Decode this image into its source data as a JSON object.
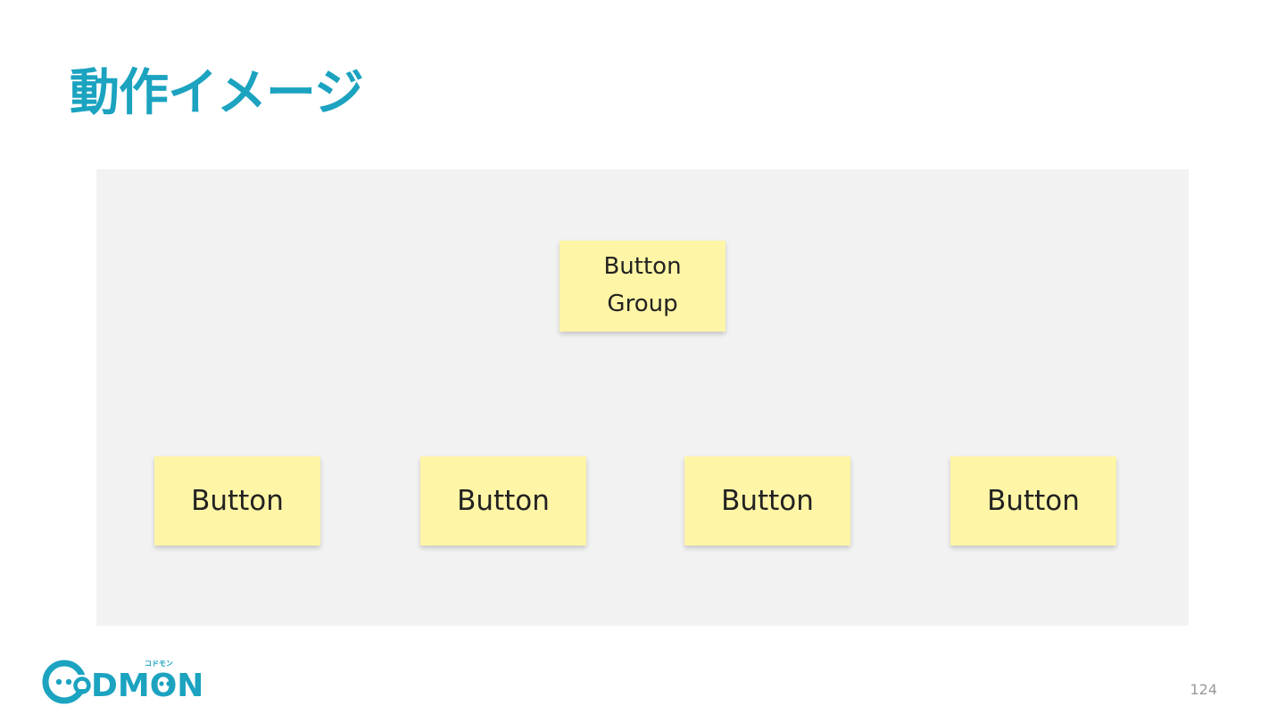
{
  "slide": {
    "title": "動作イメージ",
    "page_number": "124"
  },
  "diagram": {
    "group_node": {
      "line1": "Button",
      "line2": "Group"
    },
    "child_nodes": [
      {
        "label": "Button"
      },
      {
        "label": "Button"
      },
      {
        "label": "Button"
      },
      {
        "label": "Button"
      }
    ]
  },
  "logo": {
    "brand": "CODMON",
    "tagline": "コドモン",
    "color": "#1ba3c0"
  },
  "colors": {
    "title": "#1ba3c0",
    "canvas_bg": "#f2f2f2",
    "sticky": "#fff5a6"
  }
}
